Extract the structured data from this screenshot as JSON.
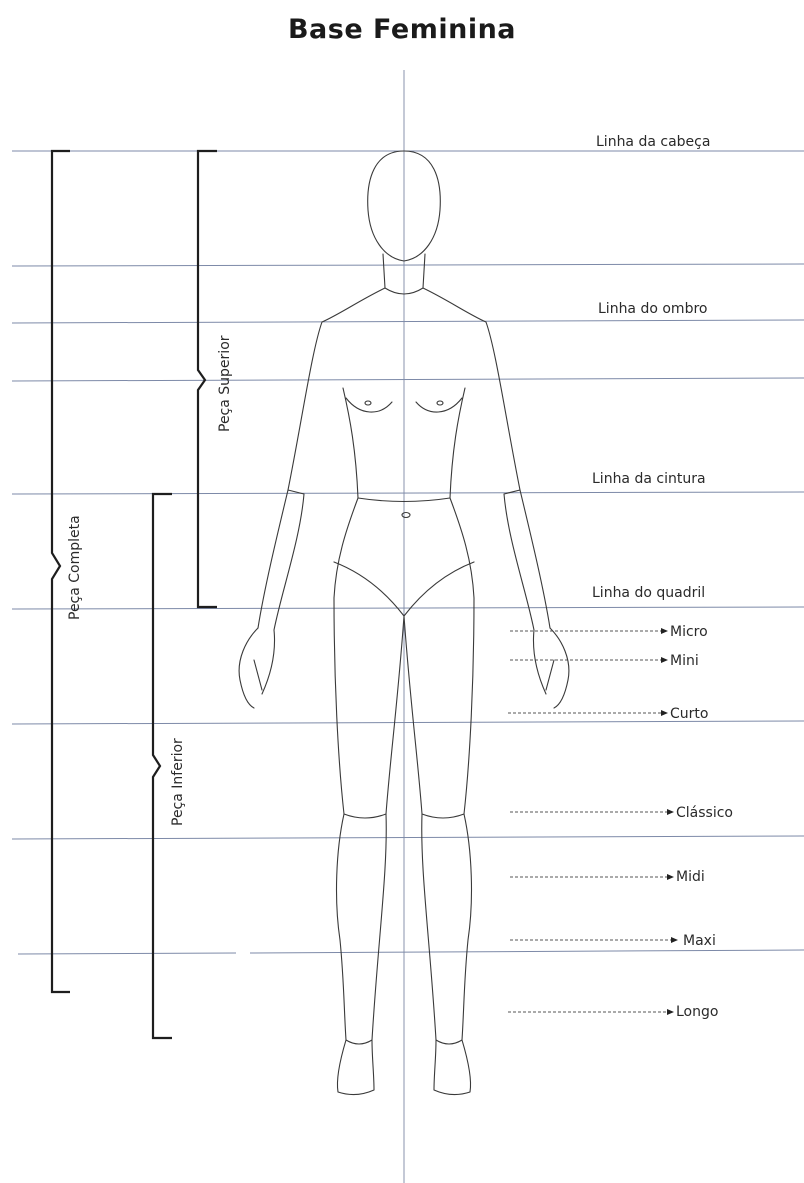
{
  "title": "Base Feminina",
  "lines": {
    "head": "Linha da cabeça",
    "shoulder": "Linha do ombro",
    "waist": "Linha da cintura",
    "hip": "Linha do quadril"
  },
  "lengths": {
    "micro": "Micro",
    "mini": "Mini",
    "curto": "Curto",
    "classico": "Clássico",
    "midi": "Midi",
    "maxi": "Maxi",
    "longo": "Longo"
  },
  "brackets": {
    "completa": "Peça Completa",
    "superior": "Peça Superior",
    "inferior": "Peça Inferior"
  }
}
